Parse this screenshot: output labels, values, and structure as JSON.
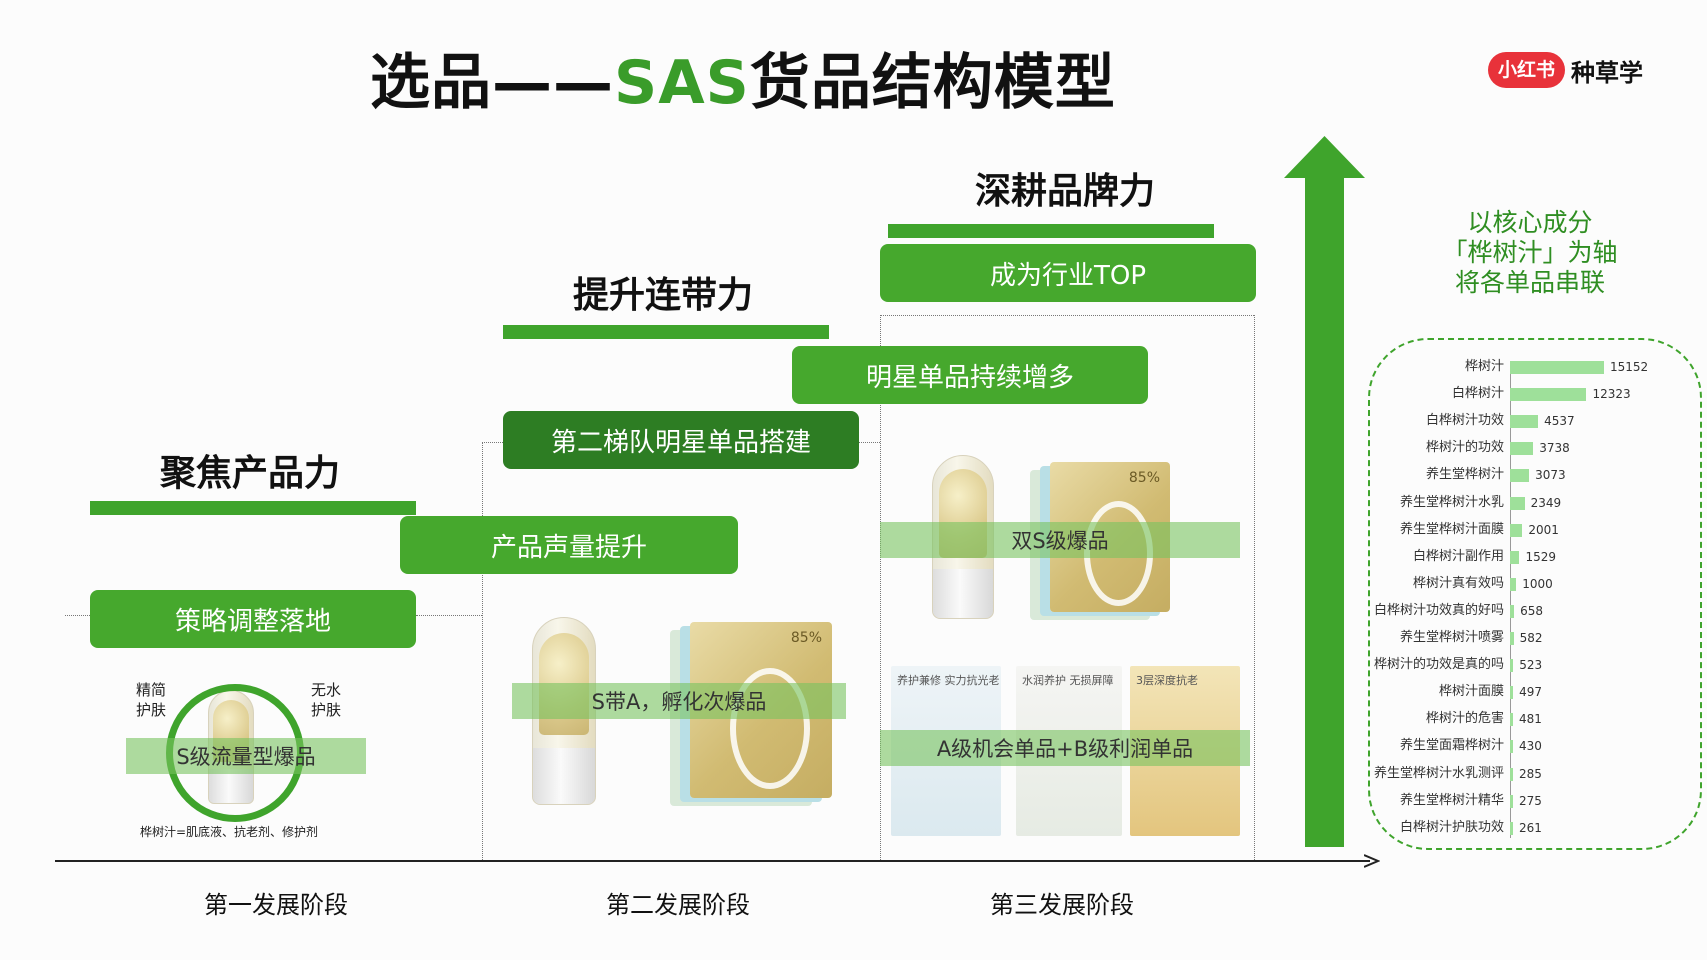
{
  "title": {
    "prefix": "选品——",
    "accent": "SAS",
    "suffix": "货品结构模型"
  },
  "logo": {
    "badge": "小红书",
    "text": "种草学"
  },
  "stages": {
    "s1": {
      "title": "聚焦产品力",
      "box": "策略调整落地",
      "band": "S级流量型爆品",
      "left_tag": [
        "精简",
        "护肤"
      ],
      "right_tag": [
        "无水",
        "护肤"
      ],
      "note": "桦树汁=肌底液、抗老剂、修护剂",
      "label": "第一发展阶段"
    },
    "s2": {
      "title": "提升连带力",
      "box_upper": "第二梯队明星单品搭建",
      "box_lower": "产品声量提升",
      "band": "S带A，孵化次爆品",
      "label": "第二发展阶段"
    },
    "s3": {
      "title": "深耕品牌力",
      "box_top": "成为行业TOP",
      "box_mid": "明星单品持续增多",
      "band_upper": "双S级爆品",
      "band_lower": "A级机会单品+B级利润单品",
      "label": "第三发展阶段",
      "ads": [
        {
          "caption": "养护兼修 实力抗光老"
        },
        {
          "caption": "水润养护 无损屏障"
        },
        {
          "caption": "3层深度抗老"
        }
      ]
    }
  },
  "products": {
    "mask_pct": "85%"
  },
  "axis_text": [
    "以核心成分",
    "「桦树汁」为轴",
    "将各单品串联"
  ],
  "chart_data": {
    "type": "bar",
    "orientation": "horizontal",
    "categories": [
      "桦树汁",
      "白桦树汁",
      "白桦树汁功效",
      "桦树汁的功效",
      "养生堂桦树汁",
      "养生堂桦树汁水乳",
      "养生堂桦树汁面膜",
      "白桦树汁副作用",
      "桦树汁真有效吗",
      "白桦树汁功效真的好吗",
      "养生堂桦树汁喷雾",
      "桦树汁的功效是真的吗",
      "桦树汁面膜",
      "桦树汁的危害",
      "养生堂面霜桦树汁",
      "养生堂桦树汁水乳测评",
      "养生堂桦树汁精华",
      "白桦树汁护肤功效"
    ],
    "values": [
      15152,
      12323,
      4537,
      3738,
      3073,
      2349,
      2001,
      1529,
      1000,
      658,
      582,
      523,
      497,
      481,
      430,
      285,
      275,
      261
    ],
    "xlim": [
      0,
      16000
    ]
  },
  "colors": {
    "green": "#46a82d",
    "dark_green": "#2d7d23",
    "bar": "#9ee09a",
    "logo_red": "#e8323a"
  }
}
